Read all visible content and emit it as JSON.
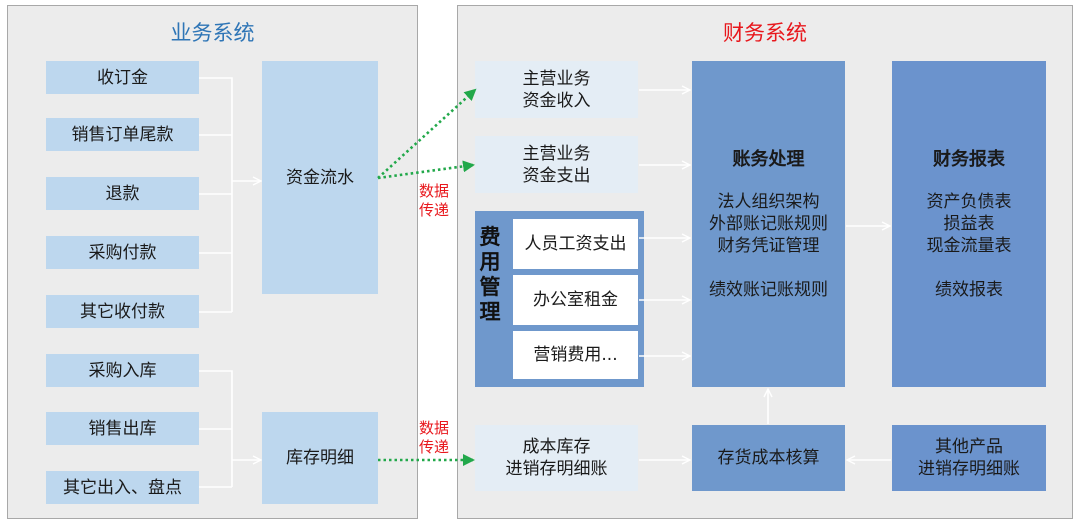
{
  "business_system": {
    "title": "业务系统",
    "title_color": "#2e75b6",
    "left_items": [
      "收订金",
      "销售订单尾款",
      "退款",
      "采购付款",
      "其它收付款",
      "采购入库",
      "销售出库",
      "其它出入、盘点"
    ],
    "fund_flow": "资金流水",
    "inventory_detail": "库存明细"
  },
  "data_transfer": {
    "line1": "数据",
    "line2": "传递",
    "color": "#e8171c"
  },
  "finance_system": {
    "title": "财务系统",
    "title_color": "#e8171c",
    "income": {
      "line1": "主营业务",
      "line2": "资金收入"
    },
    "expense": {
      "line1": "主营业务",
      "line2": "资金支出"
    },
    "expense_mgmt": {
      "title_chars": [
        "费",
        "用",
        "管",
        "理"
      ],
      "items": [
        "人员工资支出",
        "办公室租金",
        "营销费用..."
      ]
    },
    "cost_inventory": {
      "line1": "成本库存",
      "line2": "进销存明细账"
    },
    "accounting": {
      "title": "账务处理",
      "lines": [
        "法人组织架构",
        "外部账记账规则",
        "财务凭证管理"
      ],
      "extra": "绩效账记账规则"
    },
    "reports": {
      "title": "财务报表",
      "lines": [
        "资产负债表",
        "损益表",
        "现金流量表"
      ],
      "extra": "绩效报表"
    },
    "inventory_costing": "存货成本核算",
    "other_products": {
      "line1": "其他产品",
      "line2": "进销存明细账"
    }
  }
}
